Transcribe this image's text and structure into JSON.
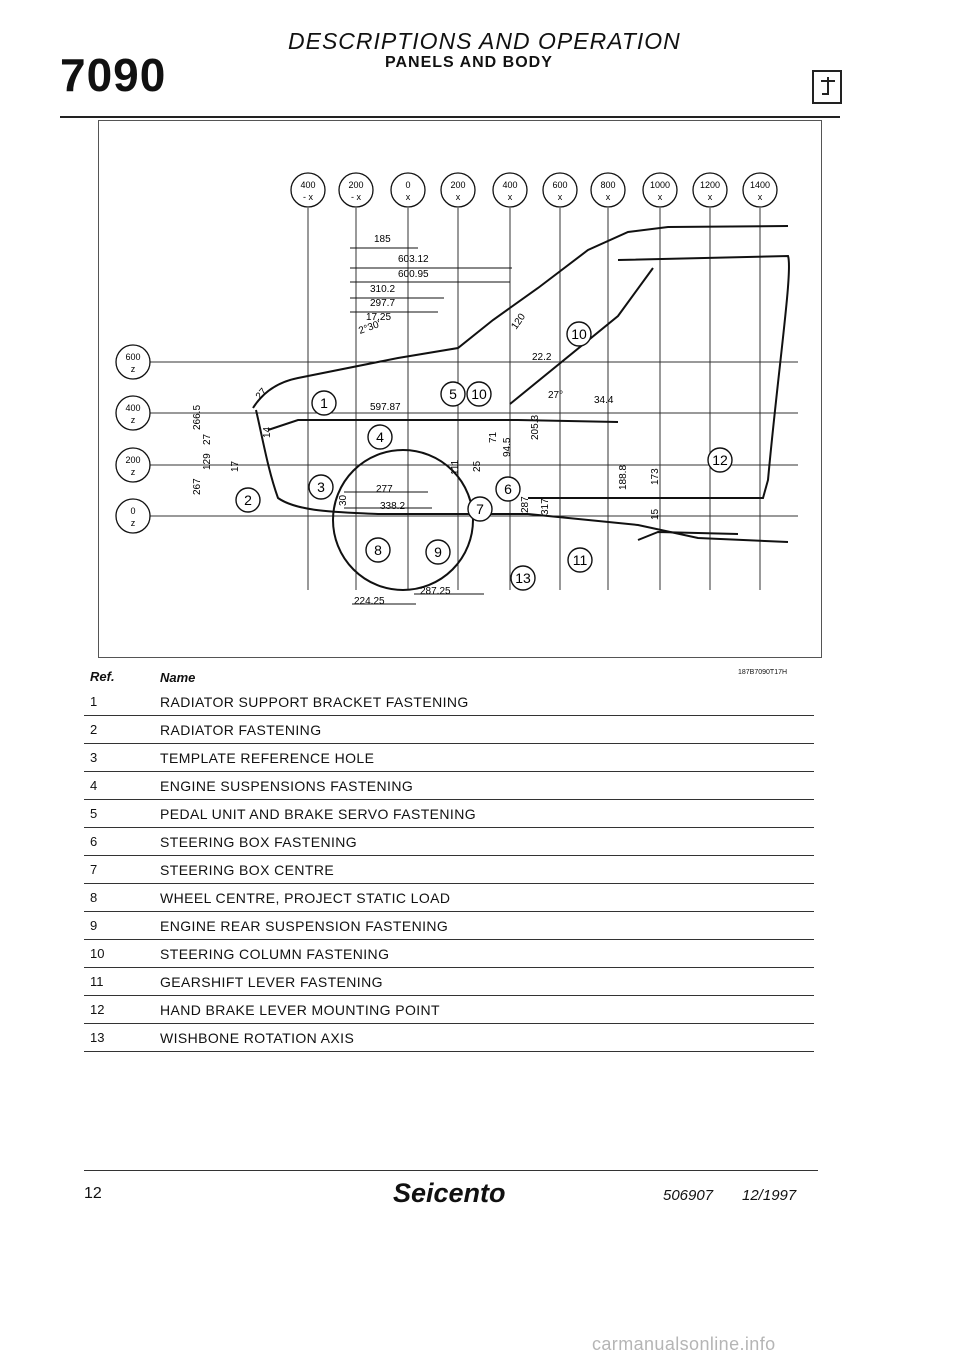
{
  "header": {
    "code": "7090",
    "title": "DESCRIPTIONS AND OPERATION",
    "subtitle": "PANELS AND BODY",
    "symbol_icon": "section-symbol-icon"
  },
  "diagram": {
    "x_refs": [
      {
        "value": "400",
        "axis": "- x"
      },
      {
        "value": "200",
        "axis": "- x"
      },
      {
        "value": "0",
        "axis": "x"
      },
      {
        "value": "200",
        "axis": "x"
      },
      {
        "value": "400",
        "axis": "x"
      },
      {
        "value": "600",
        "axis": "x"
      },
      {
        "value": "800",
        "axis": "x"
      },
      {
        "value": "1000",
        "axis": "x"
      },
      {
        "value": "1200",
        "axis": "x"
      },
      {
        "value": "1400",
        "axis": "x"
      }
    ],
    "z_refs": [
      {
        "value": "600",
        "axis": "z"
      },
      {
        "value": "400",
        "axis": "z"
      },
      {
        "value": "200",
        "axis": "z"
      },
      {
        "value": "0",
        "axis": "z"
      }
    ],
    "dimensions": [
      "185",
      "603.12",
      "600.95",
      "310.2",
      "297.7",
      "17.25",
      "2°30'",
      "597.87",
      "120",
      "22.2",
      "27°",
      "34.4",
      "266.5",
      "267",
      "129",
      "27",
      "17",
      "14",
      "71",
      "94.5",
      "205.3",
      "111",
      "25",
      "30",
      "277",
      "338.2",
      "287",
      "317",
      "188.8",
      "173",
      "15",
      "287.25",
      "224.25",
      "27"
    ],
    "callouts": [
      "1",
      "2",
      "3",
      "4",
      "5",
      "6",
      "7",
      "8",
      "9",
      "10",
      "11",
      "12",
      "13",
      "10"
    ],
    "drawing_code": "187B7090T17H"
  },
  "parts_table": {
    "ref_header": "Ref.",
    "name_header": "Name",
    "rows": [
      {
        "ref": "1",
        "name": "RADIATOR SUPPORT BRACKET FASTENING"
      },
      {
        "ref": "2",
        "name": "RADIATOR FASTENING"
      },
      {
        "ref": "3",
        "name": "TEMPLATE REFERENCE HOLE"
      },
      {
        "ref": "4",
        "name": "ENGINE SUSPENSIONS FASTENING"
      },
      {
        "ref": "5",
        "name": "PEDAL UNIT AND BRAKE SERVO FASTENING"
      },
      {
        "ref": "6",
        "name": "STEERING BOX FASTENING"
      },
      {
        "ref": "7",
        "name": "STEERING BOX CENTRE"
      },
      {
        "ref": "8",
        "name": "WHEEL CENTRE, PROJECT STATIC LOAD"
      },
      {
        "ref": "9",
        "name": "ENGINE REAR SUSPENSION FASTENING"
      },
      {
        "ref": "10",
        "name": "STEERING COLUMN FASTENING"
      },
      {
        "ref": "11",
        "name": "GEARSHIFT LEVER FASTENING"
      },
      {
        "ref": "12",
        "name": "HAND BRAKE LEVER MOUNTING POINT"
      },
      {
        "ref": "13",
        "name": "WISHBONE ROTATION AXIS"
      }
    ]
  },
  "footer": {
    "page": "12",
    "brand": "Seicento",
    "doc_number": "506907",
    "date": "12/1997"
  },
  "watermark": "carmanualsonline.info"
}
